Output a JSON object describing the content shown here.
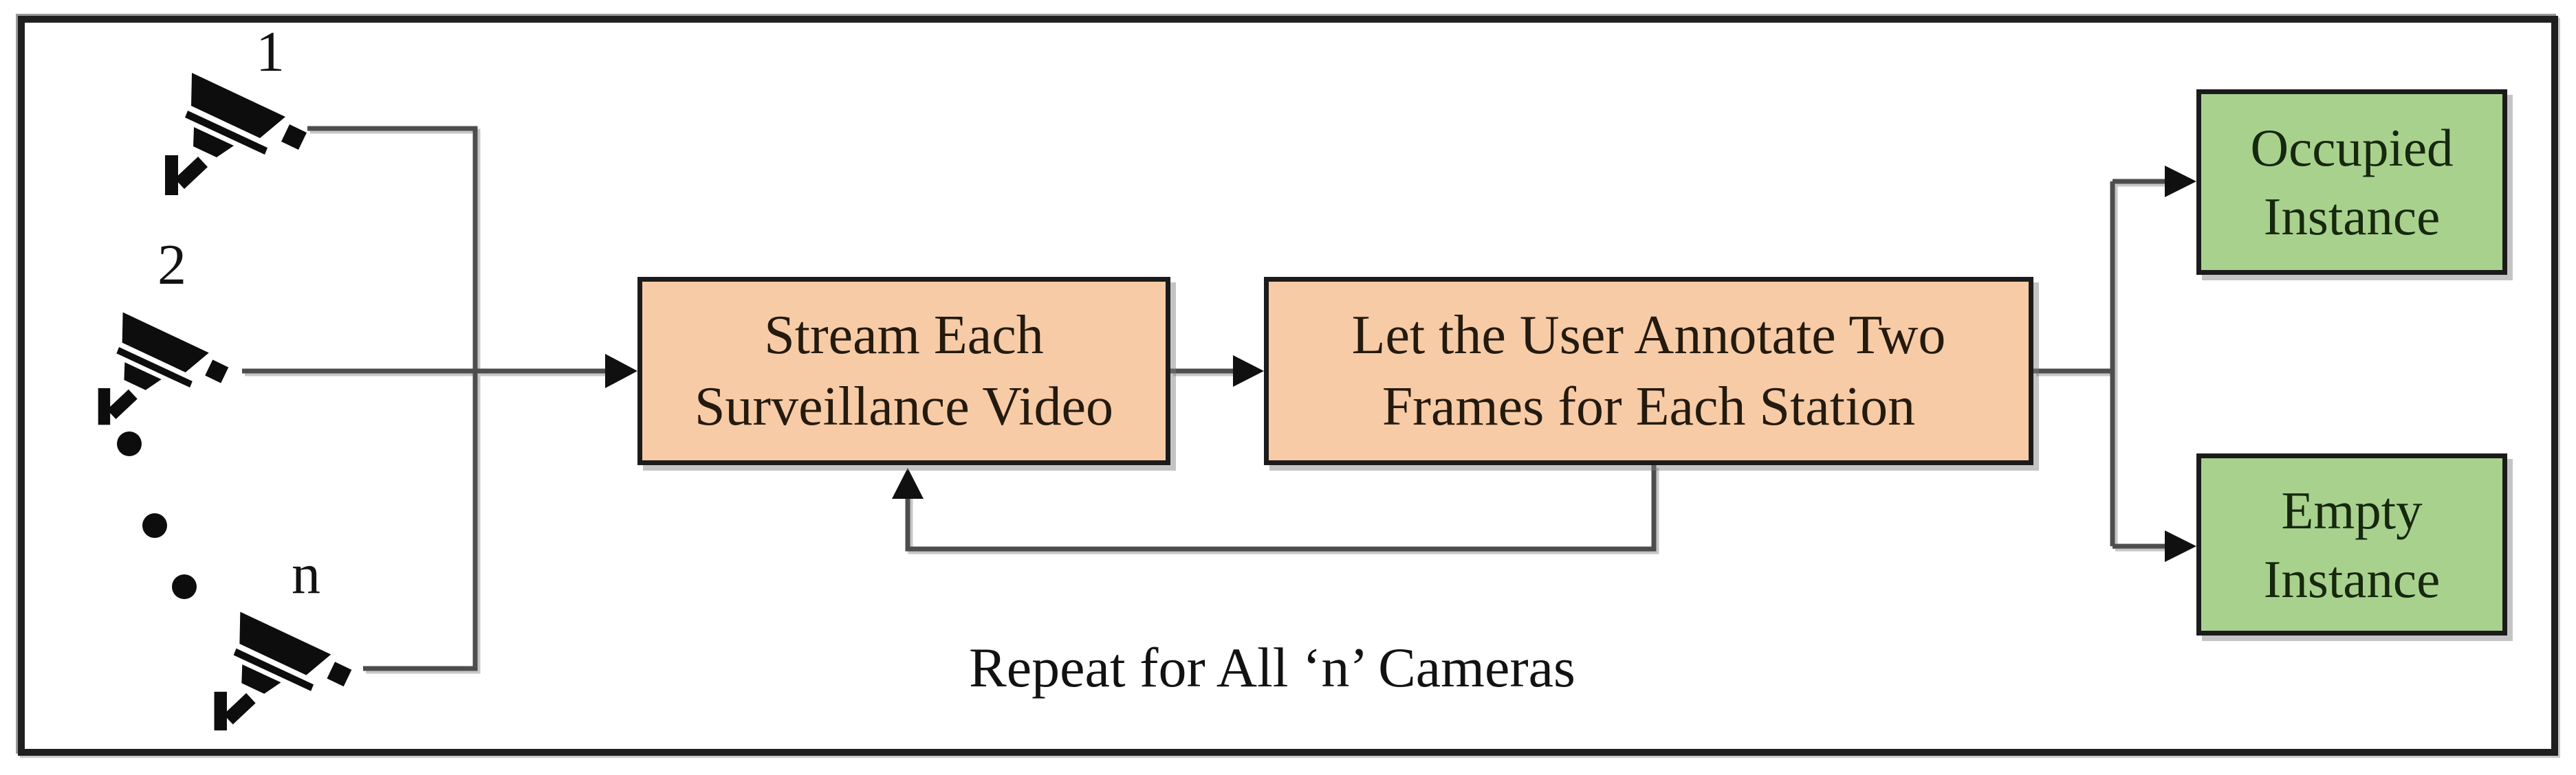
{
  "figure": {
    "camera_labels": [
      "1",
      "2",
      "n"
    ],
    "process_boxes": [
      {
        "id": "stream",
        "line1": "Stream Each",
        "line2": "Surveillance Video"
      },
      {
        "id": "annotate",
        "line1": "Let the User Annotate Two",
        "line2": "Frames for Each Station"
      }
    ],
    "output_boxes": [
      {
        "id": "occupied",
        "line1": "Occupied",
        "line2": "Instance"
      },
      {
        "id": "empty",
        "line1": "Empty",
        "line2": "Instance"
      }
    ],
    "caption": "Repeat for All ‘n’ Cameras",
    "icons": [
      "cctv-camera-icon",
      "ellipsis-dots"
    ],
    "colors": {
      "process_fill": "#f6cba6",
      "output_fill": "#a9d18e",
      "line_color": "#4d4d4d",
      "border_color": "#1b1b1b",
      "process_text": "#241a0e",
      "output_text": "#16280e",
      "label_text": "#121212"
    }
  }
}
